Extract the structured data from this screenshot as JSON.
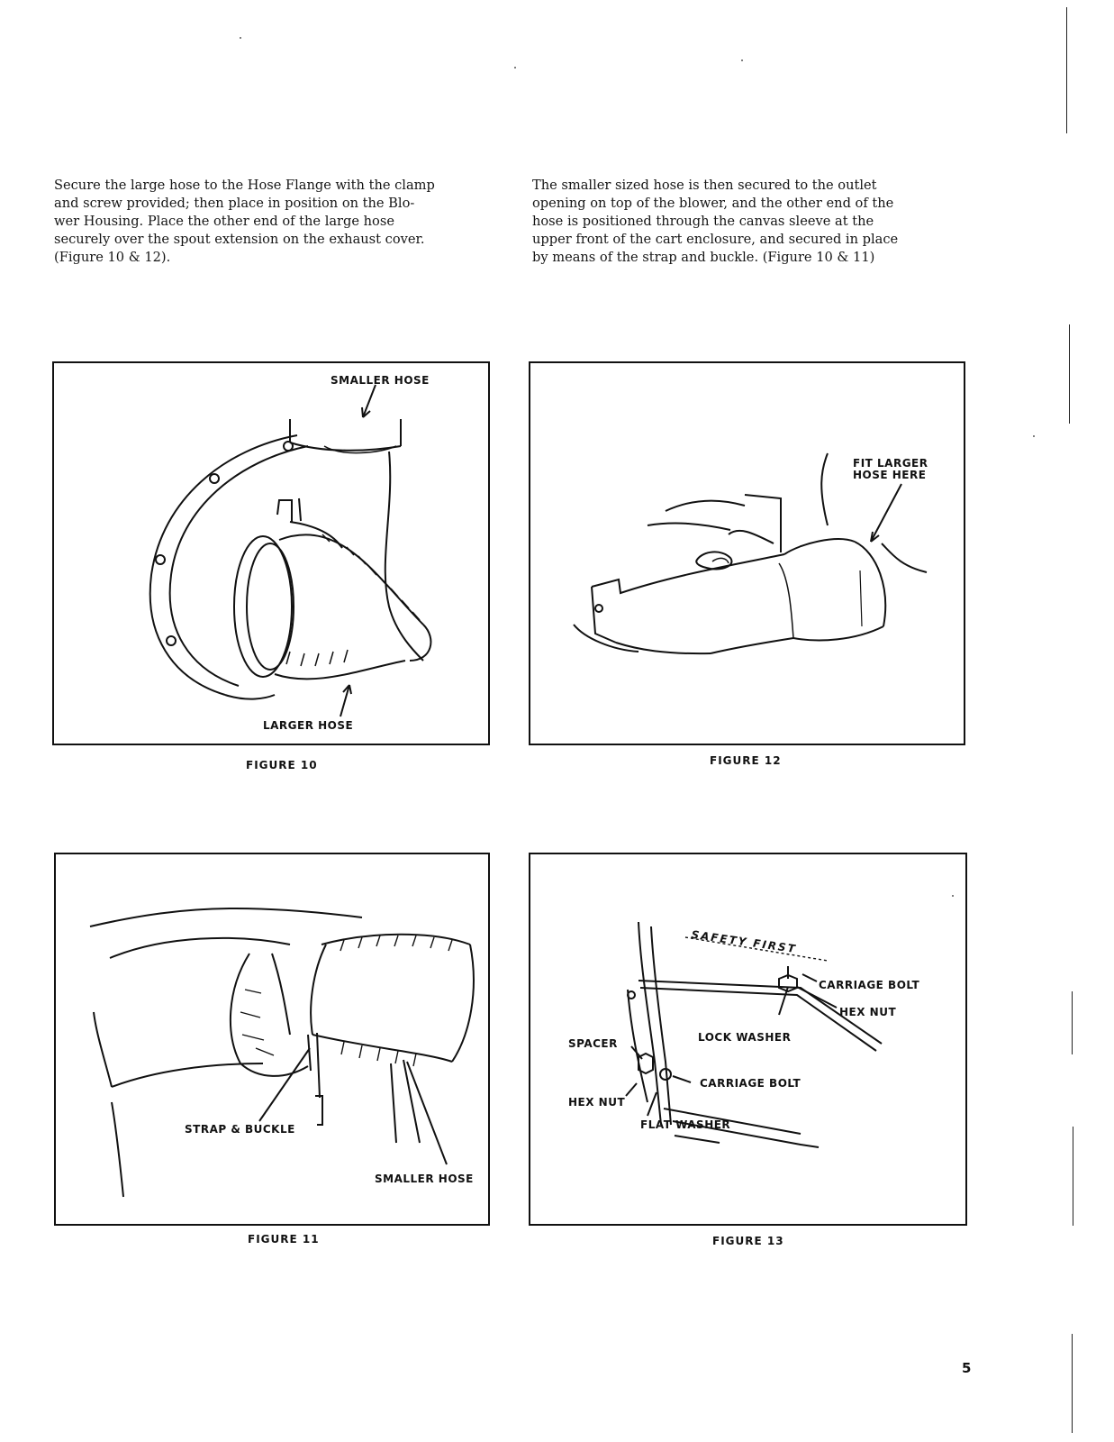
{
  "intro": {
    "left_lines": [
      "Secure the large hose to the Hose Flange with the clamp",
      "and screw provided; then place in position on the Blo-",
      "wer Housing. Place the other end of the large hose",
      "securely over the spout extension on the exhaust cover.",
      "(Figure 10 & 12)."
    ],
    "right_lines": [
      "The smaller sized hose is then secured to the outlet",
      "opening on top of the blower, and the other end of the",
      "hose is positioned through the canvas sleeve at the",
      "upper front of the cart enclosure, and secured in place",
      "by means of the strap and buckle. (Figure 10 & 11)"
    ]
  },
  "figures": {
    "fig10": {
      "caption": "FIGURE 10",
      "labels": {
        "smaller_hose": "SMALLER HOSE",
        "larger_hose": "LARGER HOSE"
      }
    },
    "fig12": {
      "caption": "FIGURE 12",
      "labels": {
        "fit_line1": "FIT LARGER",
        "fit_line2": "HOSE HERE"
      }
    },
    "fig11": {
      "caption": "FIGURE 11",
      "labels": {
        "strap_buckle": "STRAP & BUCKLE",
        "smaller_hose": "SMALLER HOSE"
      }
    },
    "fig13": {
      "caption": "FIGURE 13",
      "labels": {
        "decal": "SAFETY FIRST",
        "carriage_bolt_top": "CARRIAGE BOLT",
        "hex_nut_top": "HEX NUT",
        "lock_washer": "LOCK WASHER",
        "spacer": "SPACER",
        "carriage_bolt_mid": "CARRIAGE BOLT",
        "hex_nut_left": "HEX NUT",
        "flat_washer": "FLAT WASHER"
      }
    }
  },
  "page_number": "5"
}
